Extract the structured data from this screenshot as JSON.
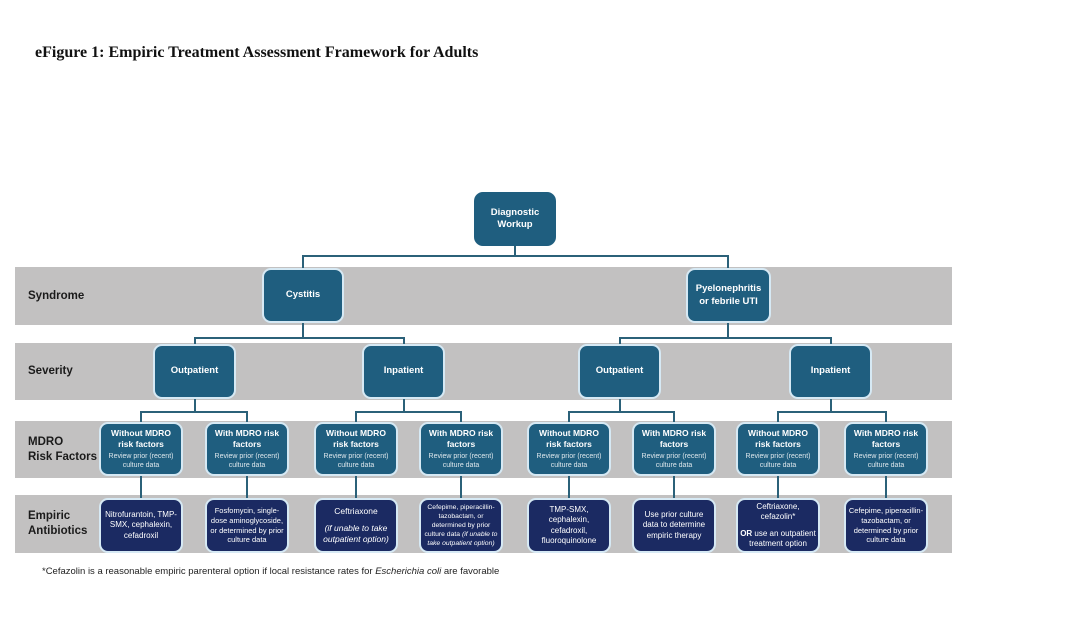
{
  "title": "eFigure 1: Empiric Treatment Assessment Framework for Adults",
  "colors": {
    "node_teal": "#1f5e7f",
    "node_navy": "#1b2a62",
    "band_gray": "#c2c1c1",
    "node_border": "#d6e9f4",
    "connector": "#2b6179"
  },
  "root": {
    "label": "Diagnostic Workup"
  },
  "rows": {
    "syndrome": {
      "label": "Syndrome"
    },
    "severity": {
      "label": "Severity"
    },
    "mdro": {
      "label_line1": "MDRO",
      "label_line2": "Risk Factors"
    },
    "empiric": {
      "label_line1": "Empiric",
      "label_line2": "Antibiotics"
    }
  },
  "syndromes": [
    {
      "label": "Cystitis"
    },
    {
      "label": "Pyelonephritis or febrile UTI"
    }
  ],
  "severities": [
    {
      "label": "Outpatient"
    },
    {
      "label": "Inpatient"
    },
    {
      "label": "Outpatient"
    },
    {
      "label": "Inpatient"
    }
  ],
  "mdro_boxes": [
    {
      "title": "Without MDRO risk factors",
      "sub": "Review prior (recent) culture data"
    },
    {
      "title": "With MDRO risk factors",
      "sub": "Review prior (recent) culture data"
    },
    {
      "title": "Without MDRO risk factors",
      "sub": "Review prior (recent) culture data"
    },
    {
      "title": "With MDRO risk factors",
      "sub": "Review prior (recent) culture data"
    },
    {
      "title": "Without MDRO risk factors",
      "sub": "Review prior (recent) culture data"
    },
    {
      "title": "With MDRO risk factors",
      "sub": "Review prior (recent) culture data"
    },
    {
      "title": "Without MDRO risk factors",
      "sub": "Review prior (recent) culture data"
    },
    {
      "title": "With MDRO risk factors",
      "sub": "Review prior (recent) culture data"
    }
  ],
  "empiric_boxes": [
    {
      "text": "Nitrofurantoin, TMP-SMX, cephalexin, cefadroxil"
    },
    {
      "text": "Fosfomycin, single-dose aminoglycoside, or determined by prior culture data"
    },
    {
      "text": "Ceftriaxone",
      "italic": "(if unable to take outpatient option)"
    },
    {
      "text": "Cefepime, piperacillin-tazobactam, or determined by prior culture data",
      "italic": "(if unable to take outpatient option)"
    },
    {
      "text": "TMP-SMX, cephalexin, cefadroxil, fluoroquinolone"
    },
    {
      "text": "Use prior culture data to determine empiric therapy"
    },
    {
      "line1": "Ceftriaxone, cefazolin*",
      "or_word": "OR",
      "or_rest": "use an outpatient treatment option"
    },
    {
      "text": "Cefepime, piperacillin-tazobactam, or determined by prior culture data"
    }
  ],
  "footnote": {
    "prefix": "*Cefazolin is a reasonable empiric parenteral option if local resistance rates for ",
    "italic": "Escherichia coli",
    "suffix": " are favorable"
  }
}
